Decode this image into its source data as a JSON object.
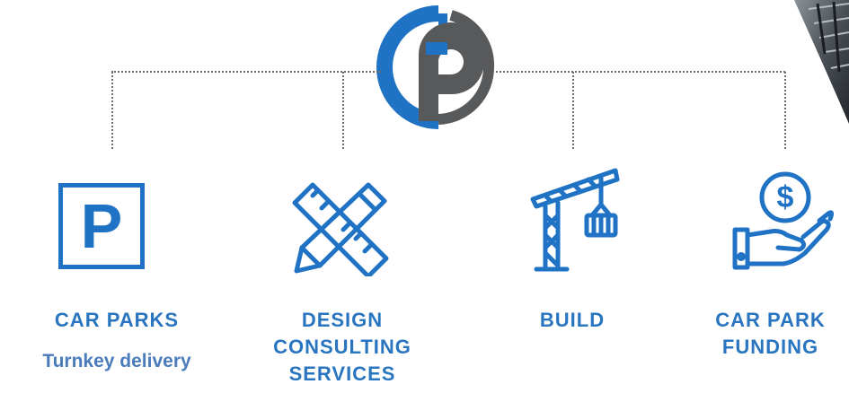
{
  "colors": {
    "primary_blue": "#1f72c4",
    "text_blue": "#2a75c0",
    "sub_blue": "#4a7cbc",
    "logo_gray": "#58595b",
    "connector_gray": "#6b6b6b"
  },
  "services": [
    {
      "icon": "parking-sign-icon",
      "title": "CAR PARKS",
      "subtitle": "Turnkey delivery"
    },
    {
      "icon": "ruler-pencil-icon",
      "title_lines": [
        "DESIGN",
        "CONSULTING",
        "SERVICES"
      ]
    },
    {
      "icon": "crane-icon",
      "title": "BUILD"
    },
    {
      "icon": "money-hand-icon",
      "title_lines": [
        "CAR PARK",
        "FUNDING"
      ]
    }
  ],
  "parking_sign_letter": "P",
  "coin_symbol": "$"
}
